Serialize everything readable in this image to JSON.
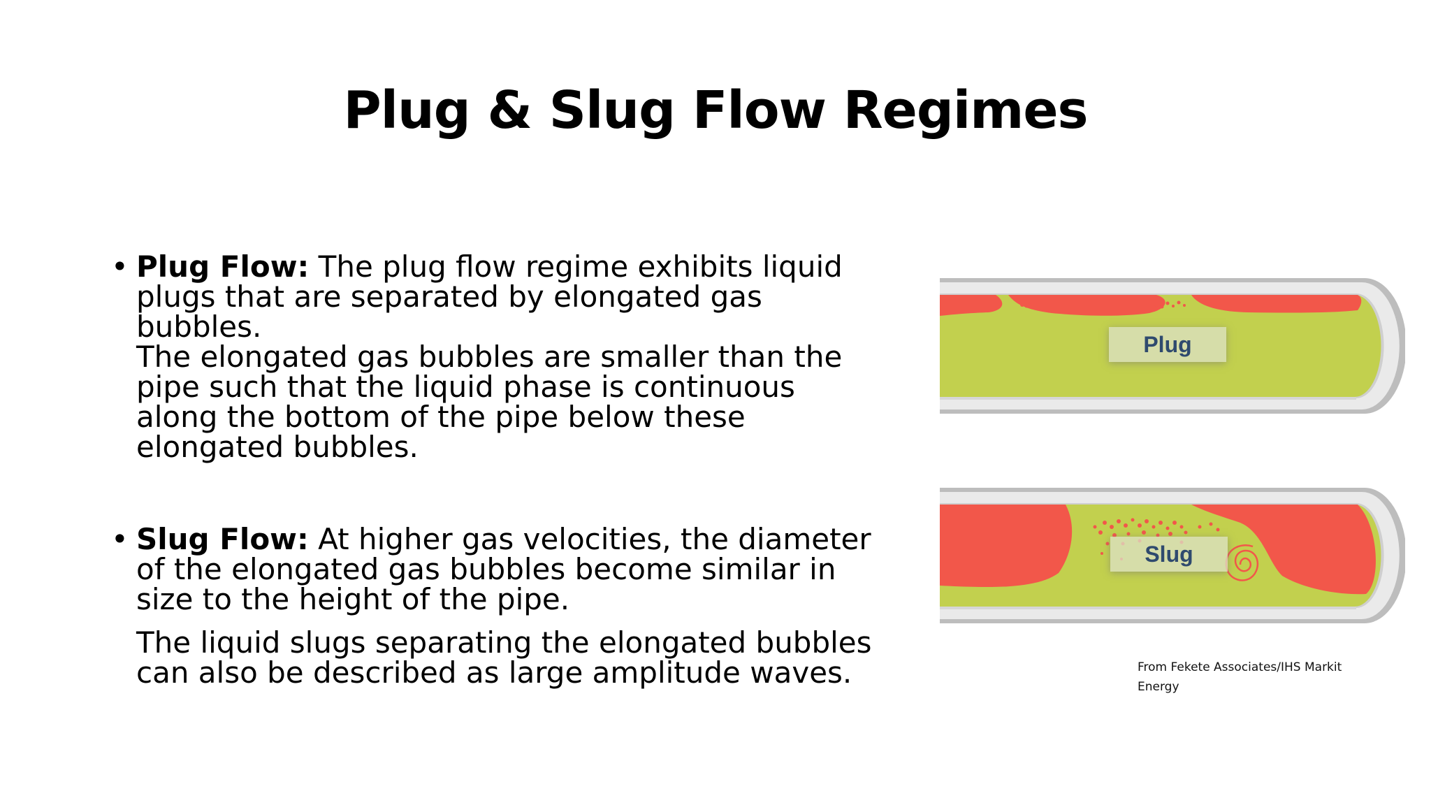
{
  "slide": {
    "title": "Plug & Slug Flow Regimes",
    "bullets": [
      {
        "marker": "•",
        "lead": "Plug Flow:",
        "text": " The plug flow regime exhibits liquid plugs that are separated by elongated gas bubbles.",
        "text2": "The elongated gas bubbles are smaller than the pipe such that the liquid phase is continuous along the bottom of the pipe below these elongated bubbles."
      },
      {
        "marker": "•",
        "lead": "Slug Flow:",
        "text": " At higher gas velocities, the diameter of the elongated gas bubbles become similar in size to the height of the pipe.",
        "text2": "The liquid slugs separating the elongated bubbles can also be described as large amplitude waves."
      }
    ],
    "figures": [
      {
        "label": "Plug"
      },
      {
        "label": "Slug"
      }
    ],
    "source": "From Fekete Associates/IHS Markit Energy",
    "colors": {
      "liquid": "#c2d04e",
      "gas": "#f2574a",
      "pipe_wall": "#c8c8c8",
      "label_text": "#2f4a6e"
    }
  }
}
